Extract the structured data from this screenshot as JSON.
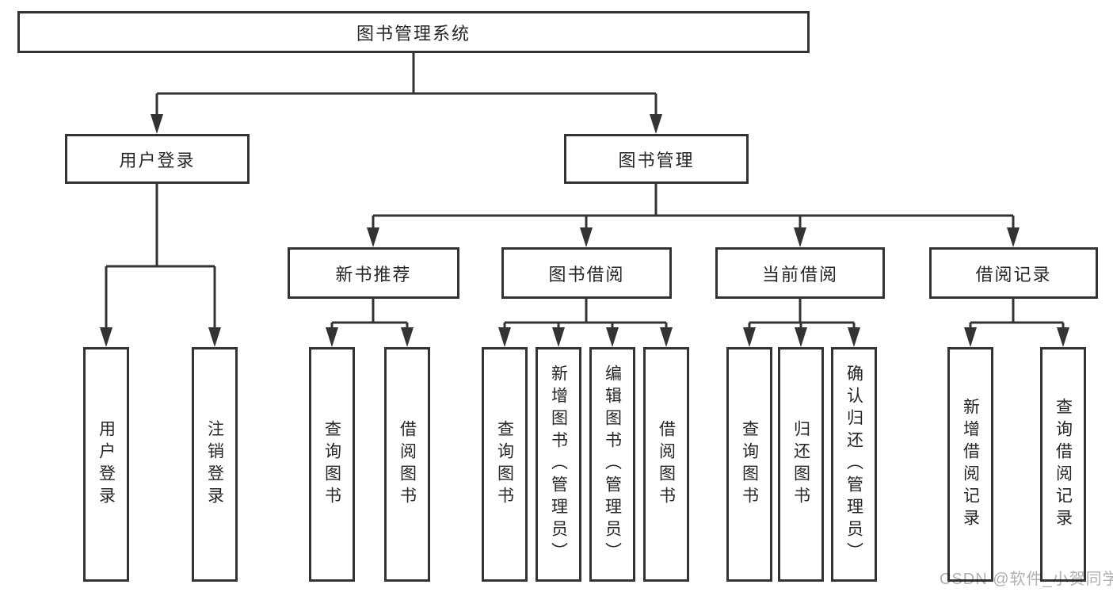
{
  "colors": {
    "line": "#333333",
    "text": "#262626",
    "box_bg": "#ffffff",
    "watermark": "#b0b0b0"
  },
  "watermark": {
    "text": "CSDN @软件_小贺同学"
  },
  "tree": {
    "root": {
      "label": "图书管理系统"
    },
    "branches": [
      {
        "label": "用户登录",
        "children": [
          {
            "label": "用户登录"
          },
          {
            "label": "注销登录"
          }
        ]
      },
      {
        "label": "图书管理",
        "children": [
          {
            "label": "新书推荐",
            "children": [
              {
                "label": "查询图书"
              },
              {
                "label": "借阅图书"
              }
            ]
          },
          {
            "label": "图书借阅",
            "children": [
              {
                "label": "查询图书"
              },
              {
                "label": "新增图书（管理员）"
              },
              {
                "label": "编辑图书（管理员）"
              },
              {
                "label": "借阅图书"
              }
            ]
          },
          {
            "label": "当前借阅",
            "children": [
              {
                "label": "查询图书"
              },
              {
                "label": "归还图书"
              },
              {
                "label": "确认归还（管理员）"
              }
            ]
          },
          {
            "label": "借阅记录",
            "children": [
              {
                "label": "新增借阅记录"
              },
              {
                "label": "查询借阅记录"
              }
            ]
          }
        ]
      }
    ]
  }
}
